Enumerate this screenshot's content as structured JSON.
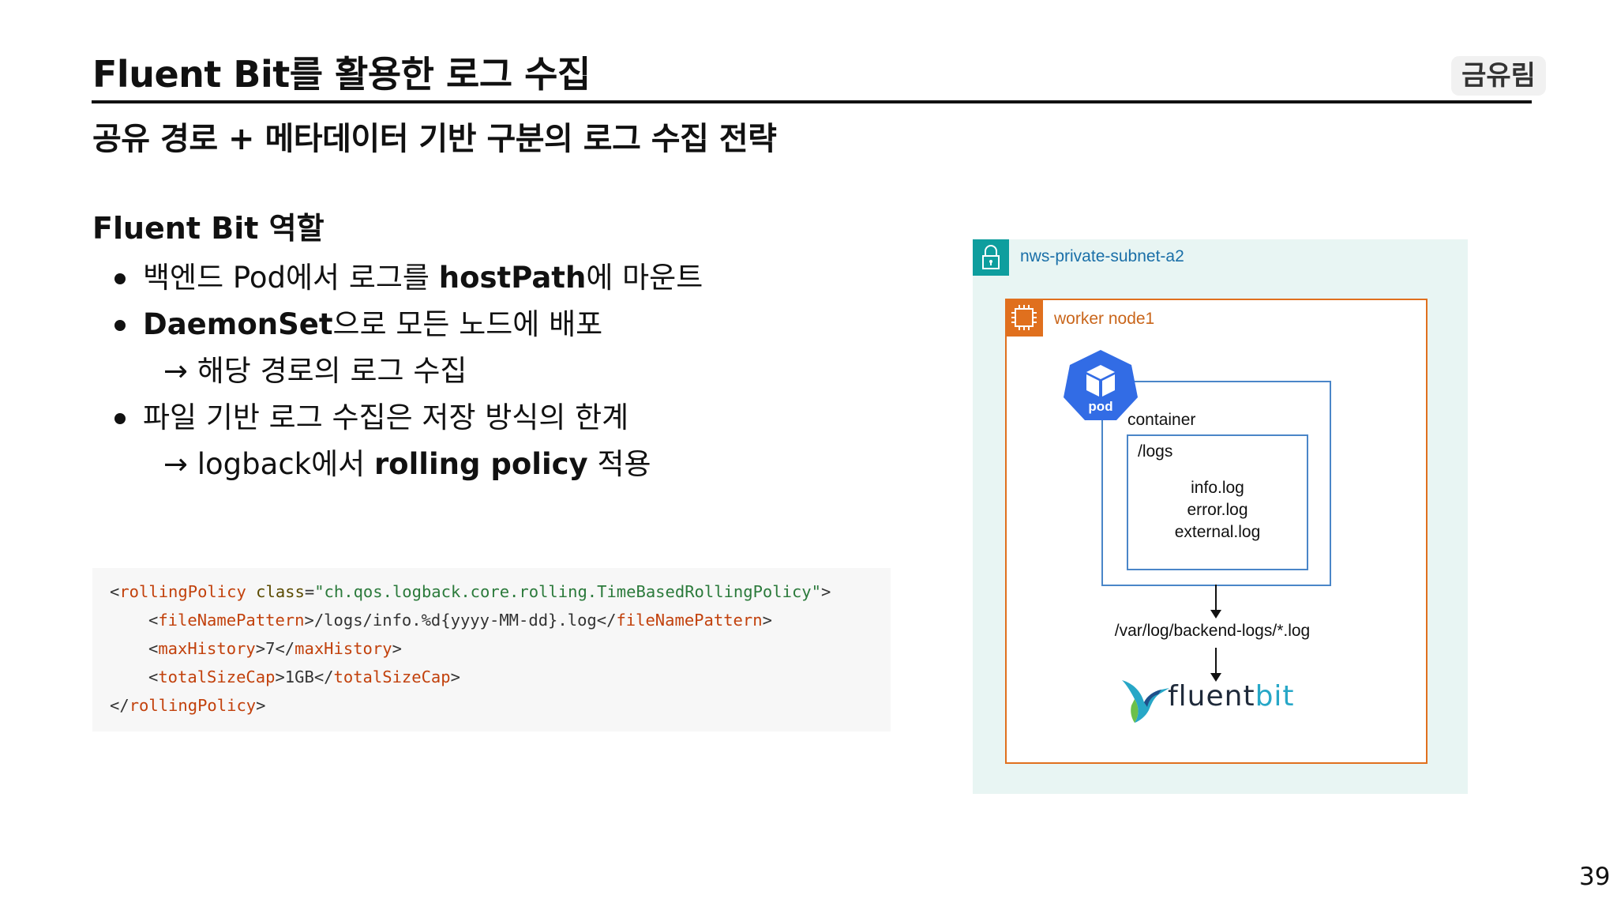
{
  "slide": {
    "title": "Fluent Bit를 활용한 로그 수집",
    "author": "금유림",
    "subtitle": "공유 경로 + 메타데이터 기반 구분의 로그 수집 전략",
    "page_number": "39"
  },
  "section": {
    "heading": "Fluent Bit 역할",
    "bullets": [
      {
        "pre": "백엔드 Pod에서 로그를 ",
        "bold": "hostPath",
        "post": "에 마운트"
      },
      {
        "pre": "",
        "bold": "DaemonSet",
        "post": "으로 모든 노드에 배포"
      },
      {
        "sub": "→ 해당 경로의 로그 수집"
      },
      {
        "pre": "파일 기반 로그 수집은 저장 방식의 한계",
        "bold": "",
        "post": ""
      },
      {
        "sub_pre": "→ logback에서 ",
        "sub_bold": "rolling policy",
        "sub_post": " 적용"
      }
    ]
  },
  "code": {
    "l1_tag": "rollingPolicy",
    "l1_attr": "class",
    "l1_value": "\"ch.qos.logback.core.rolling.TimeBasedRollingPolicy\"",
    "l2_tag": "fileNamePattern",
    "l2_value": "/logs/info.%d{yyyy-MM-dd}.log",
    "l3_tag": "maxHistory",
    "l3_value": "7",
    "l4_tag": "totalSizeCap",
    "l4_value": "1GB",
    "l5_tag": "rollingPolicy"
  },
  "diagram": {
    "subnet_label": "nws-private-subnet-a2",
    "node_label": "worker node1",
    "pod_label": "pod",
    "container_label": "container",
    "logs_dir": "/logs",
    "files": [
      "info.log",
      "error.log",
      "external.log"
    ],
    "host_path": "/var/log/backend-logs/*.log",
    "fluent_text_a": "fluent",
    "fluent_text_b": "bit",
    "colors": {
      "subnet_bg": "#e8f5f3",
      "subnet_icon": "#0e9e9e",
      "node_border": "#e0701e",
      "container_border": "#4a86c8",
      "pod_fill": "#326ce5"
    }
  }
}
